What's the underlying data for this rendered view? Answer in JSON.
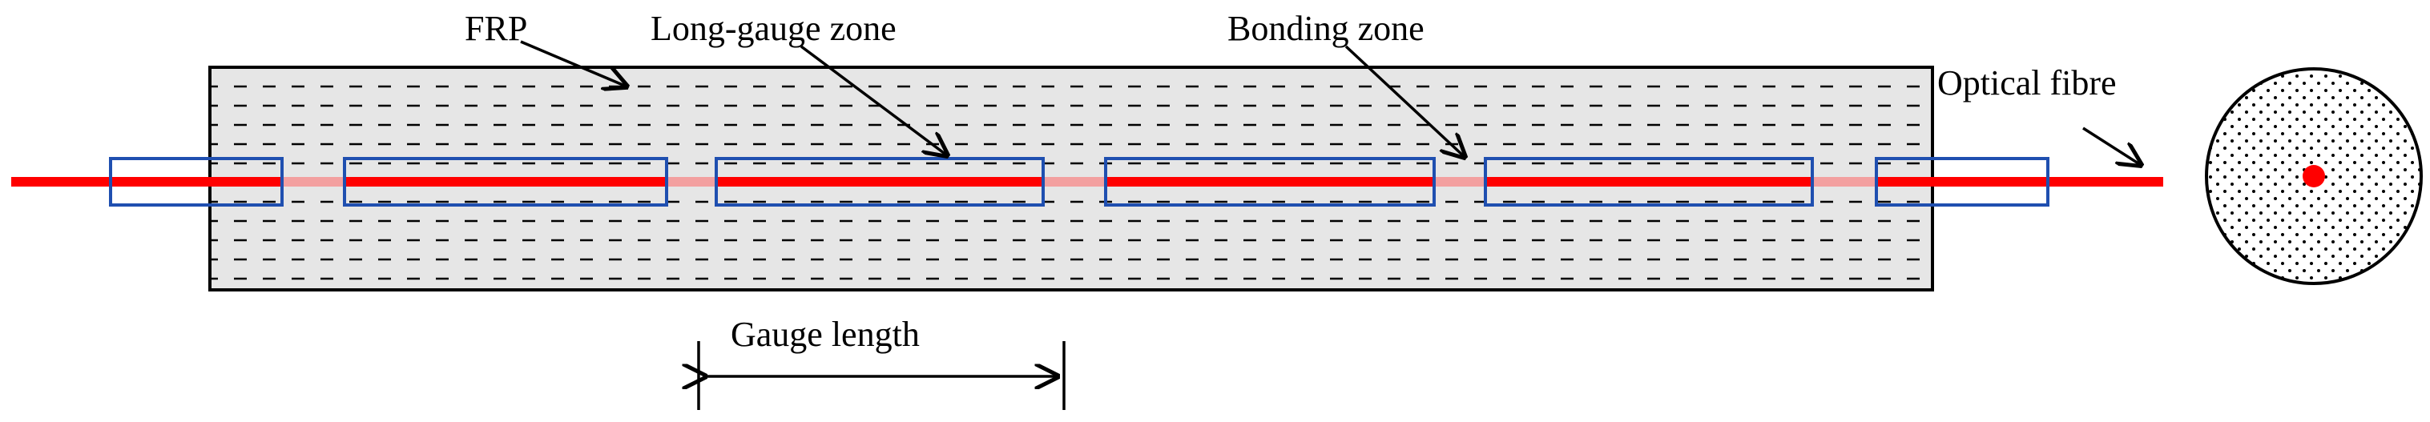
{
  "labels": {
    "frp": "FRP",
    "long_gauge_zone": "Long-gauge zone",
    "bonding_zone": "Bonding zone",
    "optical_fibre": "Optical fibre",
    "gauge_length": "Gauge length"
  },
  "colors": {
    "fibre": "#ff0000",
    "zone_outline": "#1f4fb0",
    "frp_fill": "#e6e6e6",
    "outline": "#000000"
  }
}
